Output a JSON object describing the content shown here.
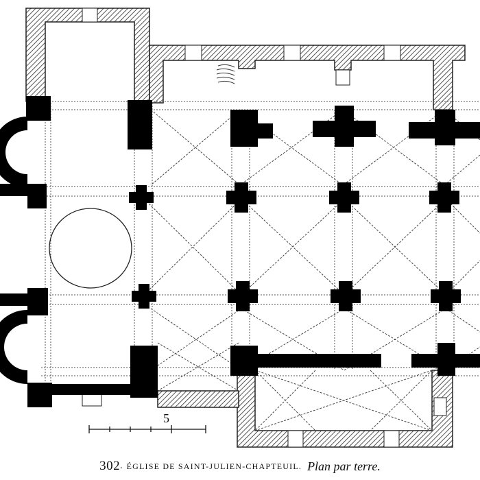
{
  "figure": {
    "number": "302",
    "title": "ÉGLISE DE SAINT-JULIEN-CHAPTEUIL.",
    "subtitle": "Plan par terre.",
    "scale_label": "5",
    "colors": {
      "wall_solid": "#000000",
      "wall_hatch": "#7a7a7a",
      "background": "#ffffff",
      "ink": "#111111"
    }
  }
}
